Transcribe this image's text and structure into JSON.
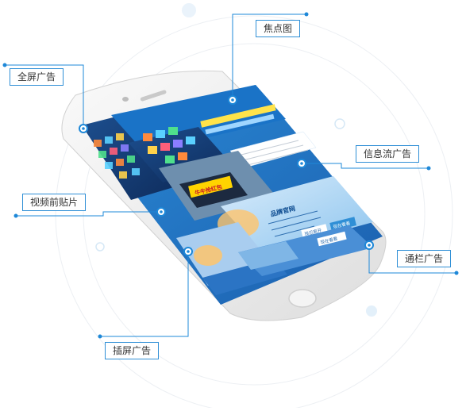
{
  "labels": {
    "focus": "焦点图",
    "fullscreen": "全屏广告",
    "feed": "信息流广告",
    "video_preroll": "视频前贴片",
    "banner": "通栏广告",
    "interstitial": "插屏广告"
  },
  "screen_texts": {
    "video_banner": "牛牛抢红包",
    "feed_title": "品牌官网",
    "feed_button_cancel": "残忍离开",
    "feed_button_ok": "现在看看",
    "banner_button": "现在看看"
  },
  "colors": {
    "accent": "#2f8fd6",
    "screen_blue": "#2b7fd0",
    "marker": "#1e88d8"
  }
}
